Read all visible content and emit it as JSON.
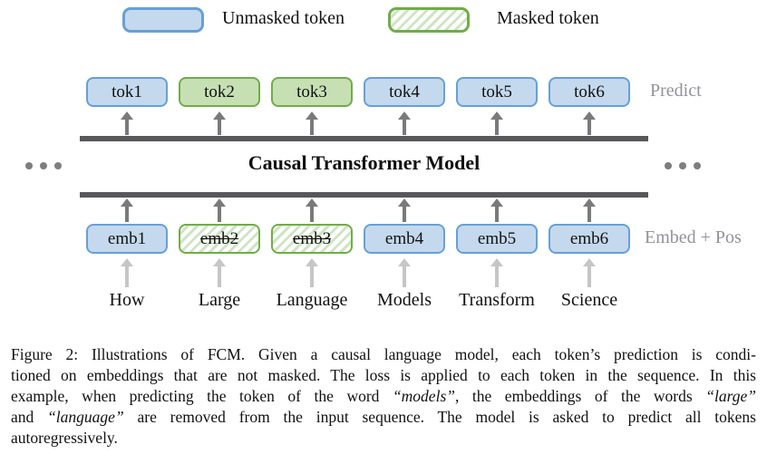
{
  "colors": {
    "unmasked_fill": "#C4D9EE",
    "unmasked_border": "#67A0D6",
    "masked_fill": "#C6E0B4",
    "masked_border": "#70AD47",
    "hatch_line": "#CEE5C2",
    "bar": "#58585A",
    "dark_arrow": "#7A7A7A",
    "light_arrow": "#C6C6C6",
    "side_label": "#92929A",
    "dots": "#7E7E7E"
  },
  "legend": {
    "unmasked_label": "Unmasked token",
    "masked_label": "Masked token"
  },
  "model": {
    "label": "Causal Transformer Model"
  },
  "predict_row": {
    "side_label": "Predict",
    "tokens": [
      {
        "label": "tok1",
        "state": "unmasked"
      },
      {
        "label": "tok2",
        "state": "masked"
      },
      {
        "label": "tok3",
        "state": "masked"
      },
      {
        "label": "tok4",
        "state": "unmasked"
      },
      {
        "label": "tok5",
        "state": "unmasked"
      },
      {
        "label": "tok6",
        "state": "unmasked"
      }
    ]
  },
  "embed_row": {
    "side_label": "Embed + Pos",
    "embeddings": [
      {
        "label": "emb1",
        "state": "unmasked"
      },
      {
        "label": "emb2",
        "state": "masked_hatched"
      },
      {
        "label": "emb3",
        "state": "masked_hatched"
      },
      {
        "label": "emb4",
        "state": "unmasked"
      },
      {
        "label": "emb5",
        "state": "unmasked"
      },
      {
        "label": "emb6",
        "state": "unmasked"
      }
    ]
  },
  "input_words": [
    "How",
    "Large",
    "Language",
    "Models",
    "Transform",
    "Science"
  ],
  "caption": {
    "lines": [
      {
        "segments": [
          {
            "t": "Figure 2: Illustrations of FCM. Given a causal language model, each token’s prediction is condi-",
            "i": false
          }
        ]
      },
      {
        "segments": [
          {
            "t": "tioned on embeddings that are not masked. The loss is applied to each token in the sequence. In this",
            "i": false
          }
        ]
      },
      {
        "segments": [
          {
            "t": "example, when predicting the token of the word ",
            "i": false
          },
          {
            "t": "“models”",
            "i": true
          },
          {
            "t": ", the embeddings of the words ",
            "i": false
          },
          {
            "t": "“large”",
            "i": true
          }
        ]
      },
      {
        "segments": [
          {
            "t": "and ",
            "i": false
          },
          {
            "t": "“language”",
            "i": true
          },
          {
            "t": " are removed from the input sequence. The model is asked to predict all tokens",
            "i": false
          }
        ]
      },
      {
        "segments": [
          {
            "t": "autoregressively.",
            "i": false
          }
        ]
      }
    ]
  }
}
